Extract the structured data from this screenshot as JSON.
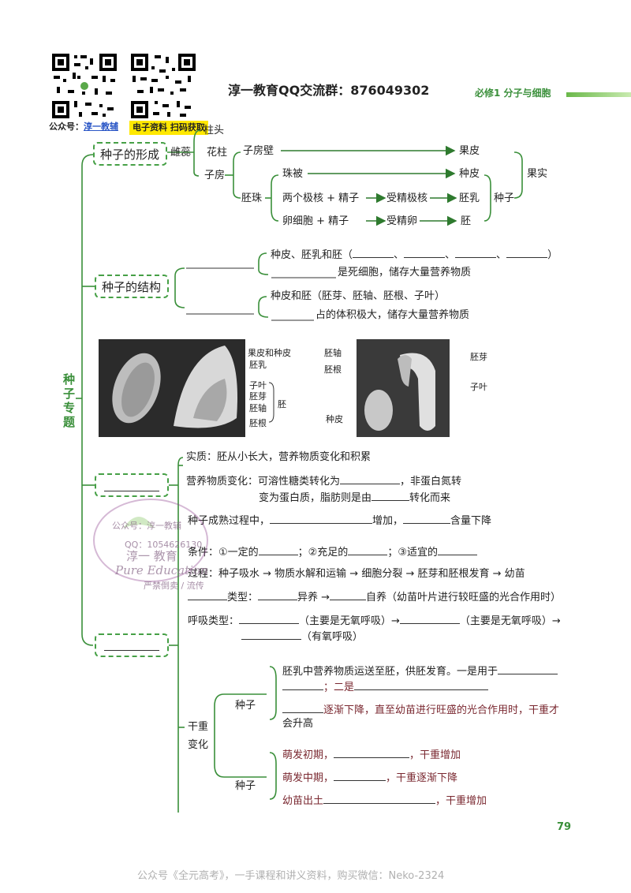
{
  "header": {
    "title": "淳一教育QQ交流群：876049302",
    "chapter": "必修1 分子与细胞",
    "qr_left_caption_prefix": "公众号：",
    "qr_left_caption_name": "淳一教辅",
    "qr_right_caption": "电子资料 扫码获取"
  },
  "side_title": "种子专题",
  "formation": {
    "box": "种子的形成",
    "pistil": "雌蕊",
    "stigma": "柱头",
    "style": "花柱",
    "ovary": "子房",
    "ovary_wall": "子房壁",
    "fruit_peel": "果皮",
    "ovule": "胚珠",
    "integument": "珠被",
    "seed_coat": "种皮",
    "polar_nuclei": "两个极核 + 精子",
    "fert_polar": "受精极核",
    "endosperm": "胚乳",
    "egg": "卵细胞  + 精子",
    "zygote": "受精卵",
    "embryo": "胚",
    "seed": "种子",
    "fruit": "果实"
  },
  "structure": {
    "box": "种子的结构",
    "line1_a": "种皮、胚乳和胚（",
    "line1_sep": "、",
    "line1_end": "）",
    "line2": "是死细胞，储存大量营养物质",
    "line3": "种皮和胚（胚芽、胚轴、胚根、子叶）",
    "line4": "占的体积极大，储存大量营养物质"
  },
  "figure_left_labels": [
    "果皮和种皮",
    "胚乳",
    "子叶",
    "胚芽",
    "胚轴",
    "胚根",
    "胚"
  ],
  "figure_right_labels": [
    "胚轴",
    "胚根",
    "种皮",
    "胚芽",
    "子叶"
  ],
  "germination": {
    "essence": "实质：胚从小长大，营养物质变化和积累",
    "nutrient_1a": "营养物质变化：可溶性糖类转化为",
    "nutrient_1b": "，非蛋白氮转",
    "nutrient_2a": "变为蛋白质，脂肪则是由",
    "nutrient_2b": "转化而来",
    "maturity_a": "种子成熟过程中，",
    "maturity_b": "增加，",
    "maturity_c": "含量下降",
    "cond_a": "条件：①一定的",
    "cond_b": "；②充足的",
    "cond_c": "；③适宜的",
    "process": "过程：种子吸水 → 物质水解和运输 → 细胞分裂 → 胚芽和胚根发育 → 幼苗",
    "type_a": "类型：",
    "type_b": "异养 →",
    "type_c": "自养（幼苗叶片进行较旺盛的光合作用时）",
    "resp_a": "呼吸类型：",
    "resp_b": "（主要是无氧呼吸）→",
    "resp_c": "（主要是无氧呼吸）→",
    "resp_d": "（有氧呼吸）",
    "dry_weight_1": "干重",
    "dry_weight_2": "变化",
    "seed_label_1": "种子",
    "seed_label_2": "种子",
    "s1_line1": "胚乳中营养物质运送至胚，供胚发育。一是用于",
    "s1_line2": "；二是",
    "s1_line3": "逐渐下降，直至幼苗进行旺盛的光合作用时，干重才",
    "s1_line4": "会升高",
    "s2_line1a": "萌发初期，",
    "s2_line1b": "，干重增加",
    "s2_line2a": "萌发中期，",
    "s2_line2b": "，干重逐渐下降",
    "s2_line3a": "幼苗出土",
    "s2_line3b": "，干重增加"
  },
  "watermark": {
    "public": "公众号：淳一教辅",
    "qq": "QQ：1054626130",
    "brand_cn": "淳一  教育",
    "brand_en": "Pure Education",
    "tagline": "严禁倒卖 / 流传"
  },
  "page_number": "79",
  "footer": "公众号《全元高考》，一手课程和讲义资料，购买微信：Neko-2324",
  "colors": {
    "accent": "#3a8f3a",
    "brown": "#7a2830",
    "header_bar": "#8fcf6a"
  }
}
